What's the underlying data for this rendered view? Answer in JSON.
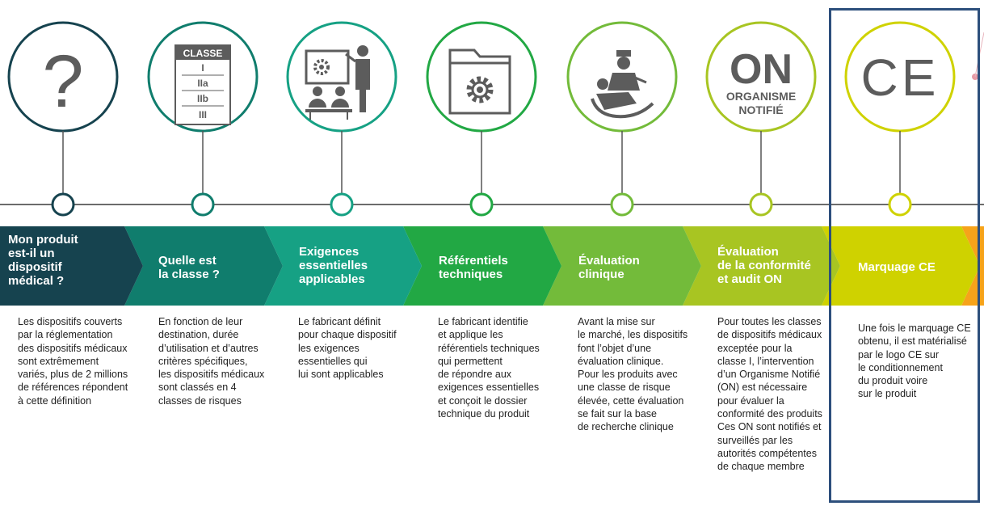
{
  "class_table": {
    "header": "CLASSE",
    "rows": [
      "I",
      "IIa",
      "IIb",
      "III"
    ]
  },
  "icon_texts": {
    "question_mark": "?",
    "on_big": "ON",
    "on_line1": "ORGANISME",
    "on_line2": "NOTIFIÉ",
    "ce_mark": "CE"
  },
  "steps": [
    {
      "label": "Mon produit\nest-il un\ndispositif\nmédical ?",
      "color": "#16434f",
      "desc": "Les dispositifs couverts\npar la réglementation\ndes dispositifs médicaux\nsont extrêmement\nvariés, plus de 2 millions\nde références répondent\nà cette définition"
    },
    {
      "label": "Quelle est\nla classe ?",
      "color": "#107d6d",
      "desc": "En fonction de leur\ndestination, durée\nd’utilisation et d’autres\ncritères spécifiques,\nles dispositifs médicaux\nsont classés en 4\nclasses de risques"
    },
    {
      "label": "Exigences\nessentielles\napplicables",
      "color": "#16a184",
      "desc": "Le fabricant définit\npour chaque dispositif\nles exigences\nessentielles qui\nlui sont  applicables"
    },
    {
      "label": "Référentiels\ntechniques",
      "color": "#22a844",
      "desc": "Le fabricant identifie\net applique les\nréférentiels techniques\nqui permettent\nde répondre aux\nexigences essentielles\net conçoit le dossier\ntechnique du produit"
    },
    {
      "label": "Évaluation\nclinique",
      "color": "#73bb3a",
      "desc": "Avant la mise sur\nle marché, les dispositifs\nfont l’objet d’une\névaluation clinique.\nPour les produits avec\nune classe de risque\nélevée, cette évaluation\nse fait sur la base\nde recherche clinique"
    },
    {
      "label": "Évaluation\nde la conformité\net audit ON",
      "color": "#a8c522",
      "desc": "Pour toutes les classes\nde dispositifs médicaux\nexceptée pour la\nclasse I, l’intervention\nd’un Organisme Notifié\n(ON) est nécessaire\npour évaluer la\nconformité des produits\nCes ON sont notifiés et\nsurveillés par les\nautorités compétentes\nde chaque membre"
    },
    {
      "label": "Marquage CE",
      "color": "#cfd200",
      "desc": "Une fois le marquage CE\nobtenu, il est matérialisé\npar le logo CE sur\nle conditionnement\ndu produit voire\nsur le produit"
    }
  ],
  "colors": {
    "ring": [
      "#16434f",
      "#107d6d",
      "#16a184",
      "#22a844",
      "#73bb3a",
      "#a8c522",
      "#cfd200"
    ],
    "icon_gray": "#5c5c5c",
    "frame": "#2d4f7c",
    "next_arrow": "#f6a31a"
  }
}
